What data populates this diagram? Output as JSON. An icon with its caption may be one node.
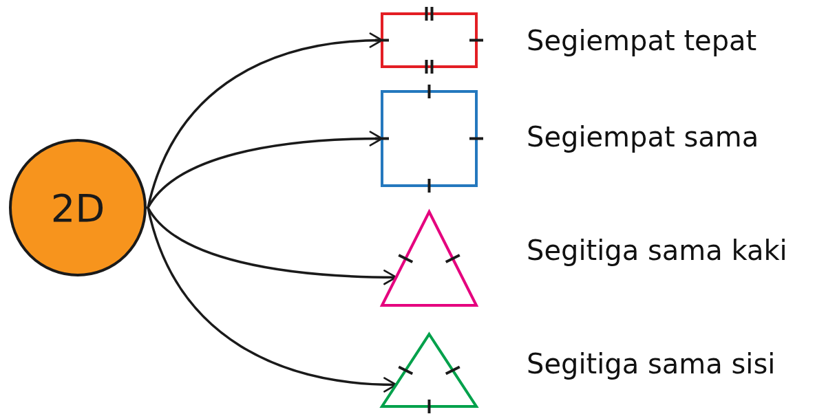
{
  "diagram": {
    "nodes": [
      {
        "text": [
          "2D"
        ]
      },
      {
        "text": [],
        "shape": "box",
        "beside": [
          "Segiempat tepat"
        ]
      },
      {
        "text": [],
        "shape": "box",
        "beside": [
          "Segiempat sama"
        ]
      },
      {
        "text": [],
        "shape": "triangle",
        "beside": [
          "Segitiga sama kaki"
        ]
      },
      {
        "text": [],
        "shape": "triangle",
        "beside": [
          "Segitiga sama sisi"
        ]
      }
    ],
    "edges": [
      {
        "from": 0,
        "to": 1,
        "arrow": "to"
      },
      {
        "from": 0,
        "to": 2,
        "arrow": "to"
      },
      {
        "from": 0,
        "to": 3,
        "arrow": "to"
      },
      {
        "from": 0,
        "to": 4,
        "arrow": "to"
      }
    ]
  }
}
